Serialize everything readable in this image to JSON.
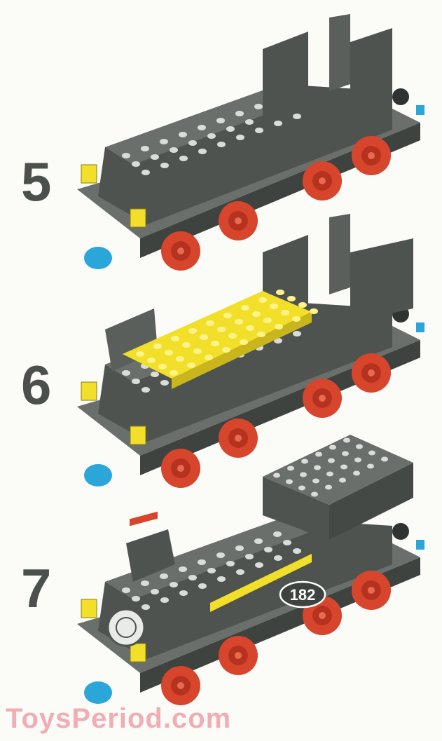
{
  "steps": [
    {
      "number": "5"
    },
    {
      "number": "6"
    },
    {
      "number": "7"
    }
  ],
  "locomotive_number": "182",
  "watermark": "ToysPeriod.com",
  "colors": {
    "body": "#4e5350",
    "body_light": "#6a6f6b",
    "stud": "#d9dcd8",
    "wheel": "#d8452d",
    "yellow": "#f2df2a",
    "coupler": "#2aa6d8"
  }
}
